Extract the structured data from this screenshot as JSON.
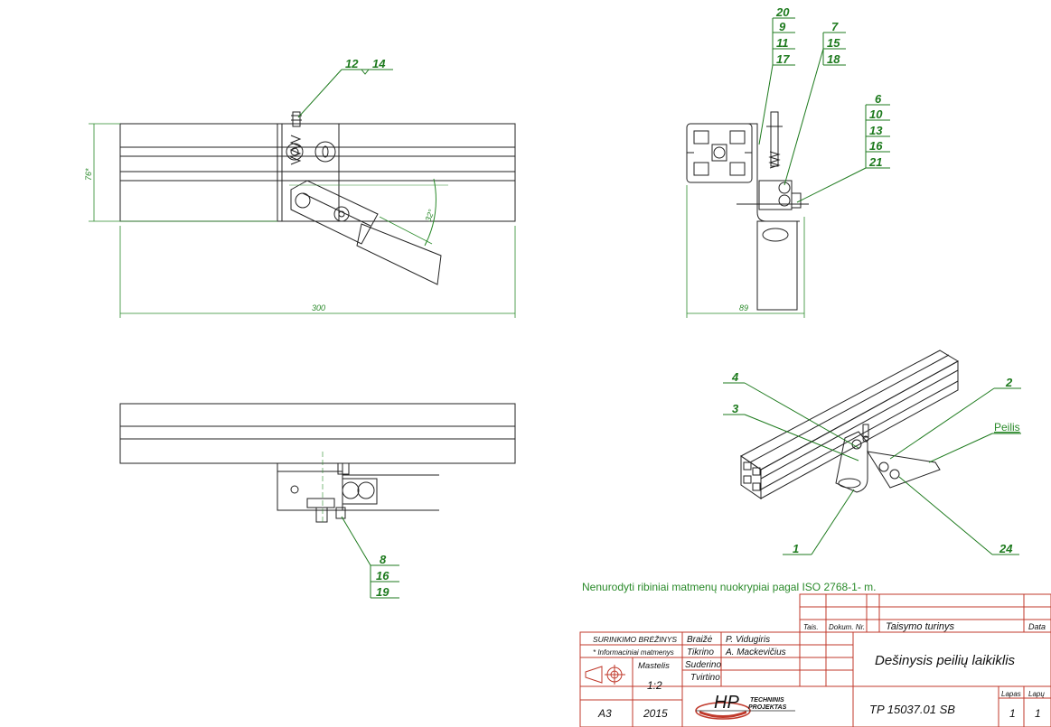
{
  "views": {
    "front": {
      "dim_width": "300",
      "dim_height": "76*",
      "dim_angle": "32°"
    },
    "side": {
      "dim_width": "89"
    }
  },
  "balloons": {
    "front_top": [
      "12",
      "14"
    ],
    "side_left": [
      "20",
      "9",
      "11",
      "17"
    ],
    "side_mid": [
      "7",
      "15",
      "18"
    ],
    "side_right": [
      "6",
      "10",
      "13",
      "16",
      "21"
    ],
    "bottom": [
      "8",
      "16",
      "19"
    ],
    "iso": {
      "b4": "4",
      "b3": "3",
      "b2": "2",
      "b1": "1",
      "b24": "24",
      "label": "Peilis"
    }
  },
  "note": "Nenurodyti ribiniai matmenų nuokrypiai pagal ISO 2768-1- m.",
  "title_block": {
    "rev_headers": {
      "tais": "Tais.",
      "dokum": "Dokum. Nr.",
      "turinys": "Taisymo turinys",
      "data": "Data"
    },
    "doc_type": "SURINKIMO BRĖŽINYS",
    "info": "* Informaciniai matmenys",
    "mastelis_label": "Mastelis",
    "scale": "1:2",
    "format": "A3",
    "year": "2015",
    "roles": [
      {
        "role": "Braižė",
        "name": "P. Vidugiris"
      },
      {
        "role": "Tikrino",
        "name": "A. Mackevičius"
      },
      {
        "role": "Suderino",
        "name": ""
      },
      {
        "role": "Tvirtino",
        "name": ""
      }
    ],
    "title": "Dešinysis peilių laikiklis",
    "doc_number": "TP 15037.01 SB",
    "lapas_label": "Lapas",
    "lapu_label": "Lapų",
    "lapas": "1",
    "lapu": "1",
    "company_line1": "TECHNINIS",
    "company_line2": "PROJEKTAS"
  },
  "colors": {
    "line": "#222222",
    "dim": "#2a8a2a",
    "balloon": "#1d7a1d",
    "frame": "#c0392b"
  }
}
